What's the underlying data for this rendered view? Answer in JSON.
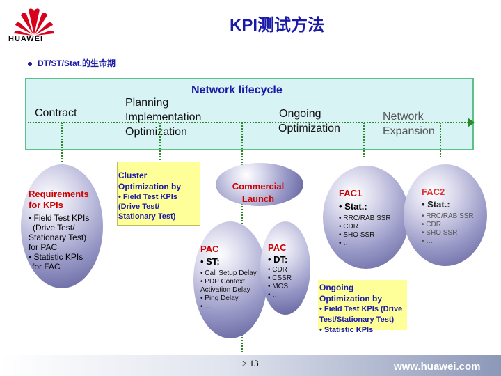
{
  "slide": {
    "title": "KPI测试方法",
    "logo_text": "HUAWEI",
    "bullet": "DT/ST/Stat.的生命期",
    "footer_url": "www.huawei.com",
    "page_number": "> 13"
  },
  "diagram": {
    "lifecycle_title": "Network lifecycle",
    "stages": {
      "contract": "Contract",
      "planning": "Planning",
      "implementation": "Implementation",
      "optimization": "Optimization",
      "ongoing": "Ongoing",
      "ongoing_optimization": "Optimization",
      "network": "Network",
      "expansion": "Expansion"
    },
    "requirements": {
      "title1": "Requirements",
      "title2": "for KPIs",
      "l1": "• Field Test KPIs",
      "l2": "(Drive Test/",
      "l3": "Stationary Test)",
      "l4": "for PAC",
      "l5": "• Statistic KPIs",
      "l6": "for FAC"
    },
    "cluster": {
      "t1": "Cluster",
      "t2": "Optimization by",
      "b1": "• Field Test KPIs",
      "b2": "(Drive Test/",
      "b3": "Stationary Test)"
    },
    "commercial": {
      "l1": "Commercial",
      "l2": "Launch"
    },
    "pac_st": {
      "title": "PAC",
      "sub": "• ST:",
      "items": [
        "• Call Setup Delay",
        "• PDP Context",
        "Activation Delay",
        "• Ping Delay",
        "• …"
      ]
    },
    "pac_dt": {
      "title": "PAC",
      "sub": "• DT:",
      "items": [
        "• CDR",
        "• CSSR",
        "• MOS",
        "• …"
      ]
    },
    "fac1": {
      "title": "FAC1",
      "sub": "• Stat.:",
      "items": [
        "• RRC/RAB SSR",
        "• CDR",
        "• SHO SSR",
        "• …"
      ]
    },
    "fac2": {
      "title": "FAC2",
      "sub": "• Stat.:",
      "items": [
        "• RRC/RAB SSR",
        "• CDR",
        "• SHO SSR",
        "• …"
      ]
    },
    "ongoing_box": {
      "t1": "Ongoing",
      "t2": "Optimization by",
      "b1": "• Field Test KPIs (Drive",
      "b2": "Test/Stationary Test)",
      "b3": "• Statistic KPIs"
    }
  }
}
